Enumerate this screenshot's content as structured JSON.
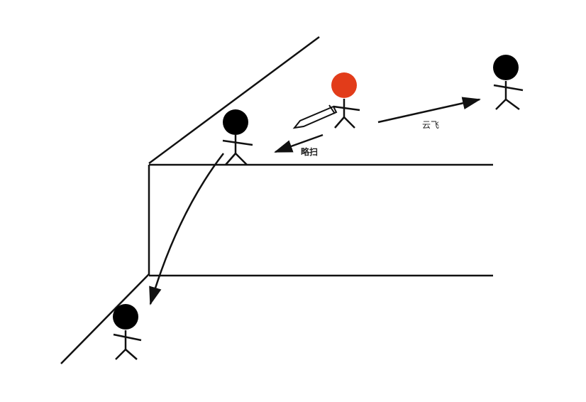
{
  "labels": {
    "kill": "略扫",
    "fly": "云飞"
  },
  "colors": {
    "line": "#111111",
    "figure": "#000000",
    "player": "#e23c1a",
    "background": "#ffffff"
  },
  "figures": {
    "player": "red-stick-figure",
    "enemy": "black-stick-figure"
  },
  "icons": {
    "weapon": "sword-icon"
  }
}
